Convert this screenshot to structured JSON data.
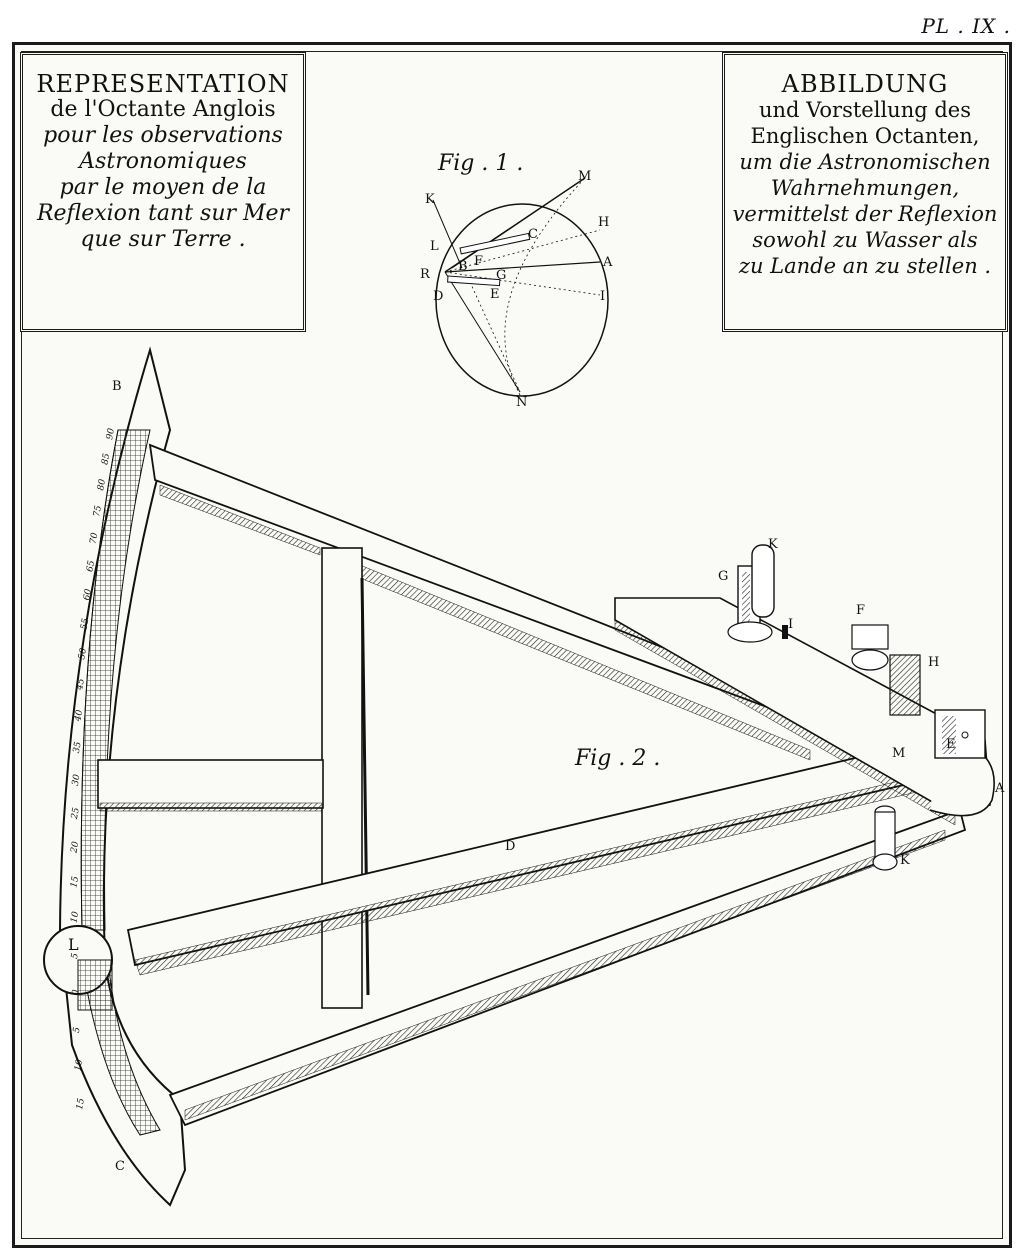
{
  "plate_number": "PL . IX .",
  "caption_french": {
    "lines": [
      "REPRESENTATION",
      "de l'Octante Anglois",
      "pour les observations",
      "Astronomiques",
      "par le moyen de la",
      "Reflexion tant sur Mer",
      "que sur Terre ."
    ]
  },
  "caption_german": {
    "lines": [
      "ABBILDUNG",
      "und Vorstellung des",
      "Englischen Octanten,",
      "um die Astronomischen",
      "Wahrnehmungen,",
      "vermittelst der Reflexion",
      "sowohl zu Wasser als",
      "zu Lande an zu stellen ."
    ]
  },
  "figure1": {
    "title": "Fig . 1 .",
    "labels": {
      "M": "M",
      "K": "K",
      "H": "H",
      "C": "C",
      "L": "L",
      "R": "R",
      "B": "B",
      "F": "F",
      "A": "A",
      "G": "G",
      "D": "D",
      "E": "E",
      "I": "I",
      "N": "N"
    }
  },
  "figure2": {
    "title": "Fig . 2 .",
    "labels": {
      "B": "B",
      "C": "C",
      "L": "L",
      "D": "D",
      "M": "M",
      "A": "A",
      "K": "K",
      "G": "G",
      "F": "F",
      "H": "H",
      "I": "I",
      "E": "E",
      "K2": "K"
    },
    "scale_ticks": [
      "90",
      "85",
      "80",
      "75",
      "70",
      "65",
      "60",
      "55",
      "50",
      "45",
      "40",
      "35",
      "30",
      "25",
      "20",
      "15",
      "10",
      "5",
      "0",
      "5",
      "10",
      "15"
    ]
  },
  "colors": {
    "ink": "#111111",
    "paper": "#fafaf7"
  }
}
